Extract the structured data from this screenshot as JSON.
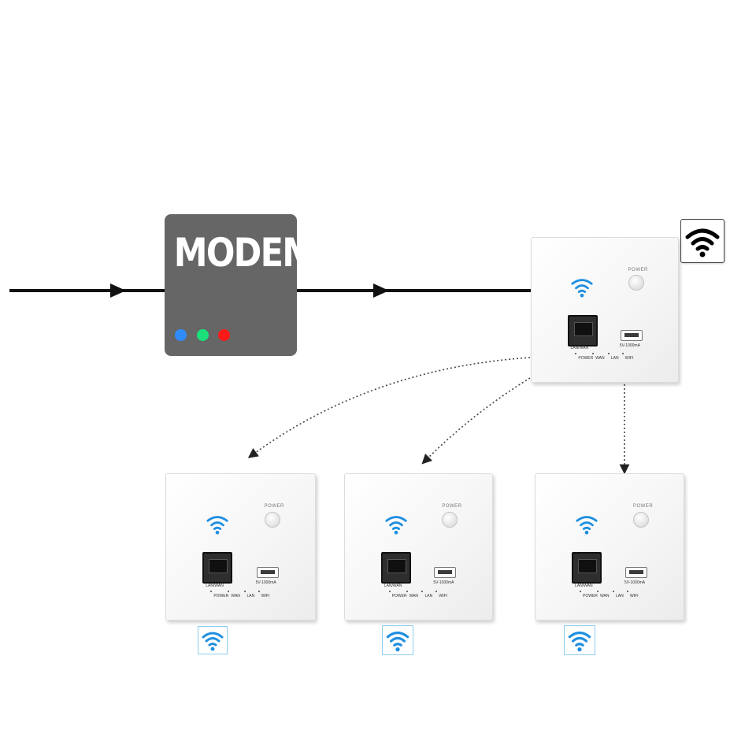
{
  "modem": {
    "label": "MODEM",
    "led_colors": [
      "#2f8cff",
      "#19e07a",
      "#ff1a1a"
    ]
  },
  "panel": {
    "power_label": "POWER",
    "lan_label": "LAN/WAN",
    "usb_label": "5V-1000mA",
    "indicators": [
      "POWER",
      "WAN",
      "LAN",
      "WIFI"
    ]
  },
  "colors": {
    "wire": "#111111",
    "wifi_blue": "#1e8fe0",
    "modem_body": "#666666"
  },
  "icons": {
    "top_right": "wifi-black-icon",
    "panel": "wifi-blue-icon",
    "badges": "wifi-blue-icon"
  }
}
